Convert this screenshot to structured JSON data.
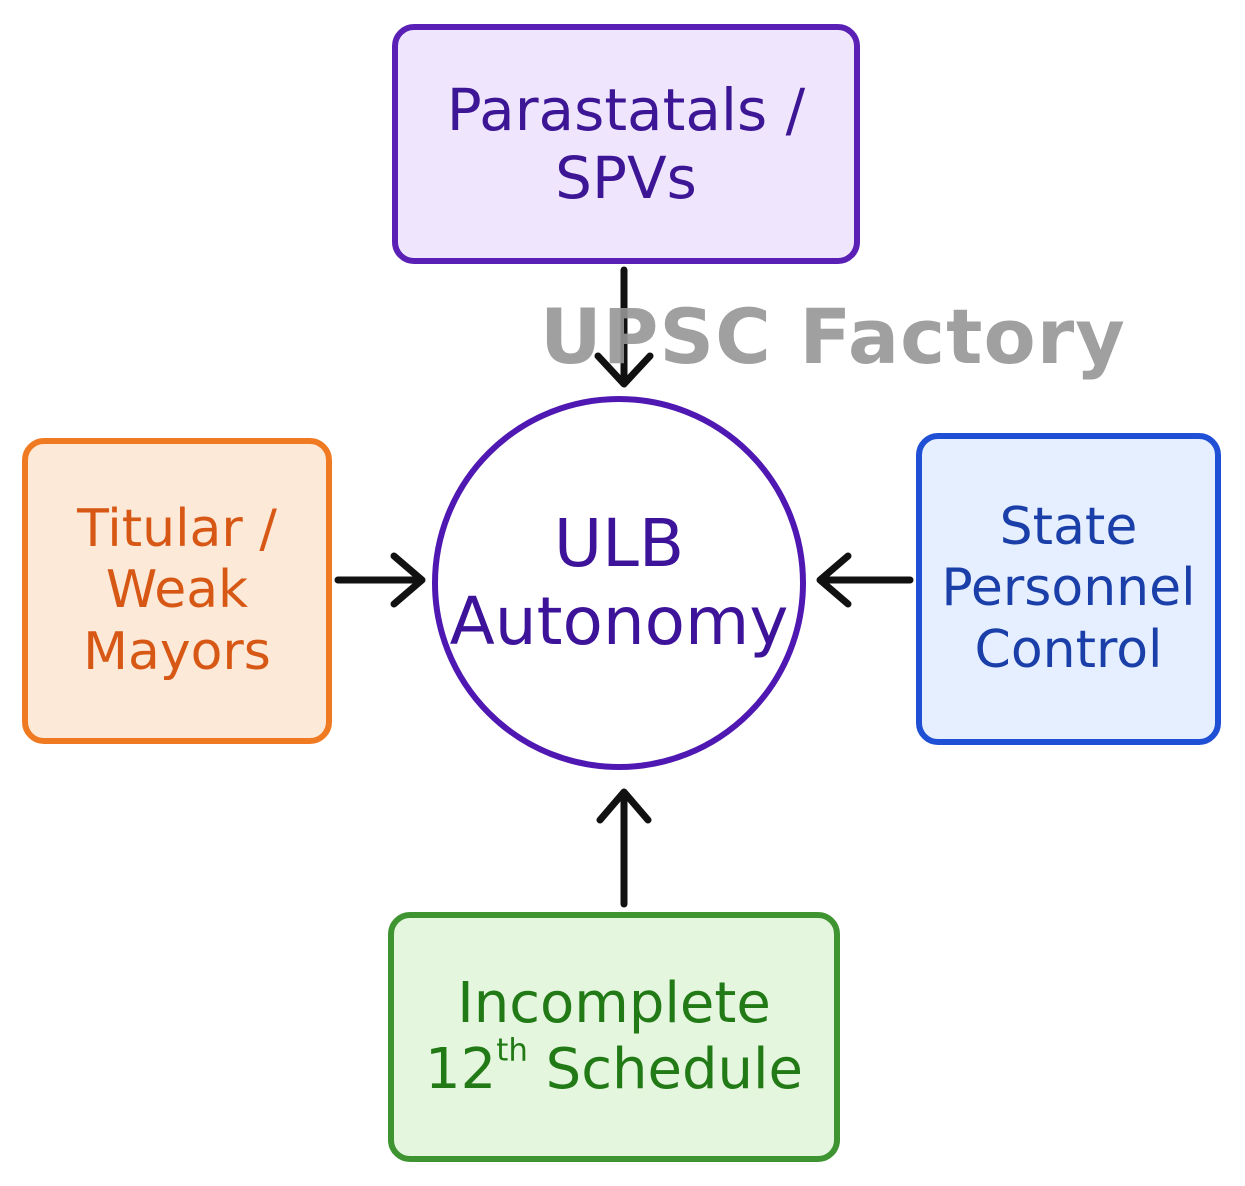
{
  "nodes": {
    "top": {
      "line1": "Parastatals /",
      "line2": "SPVs"
    },
    "left": {
      "line1": "Titular /",
      "line2": "Weak",
      "line3": "Mayors"
    },
    "right": {
      "line1": "State",
      "line2": "Personnel",
      "line3": "Control"
    },
    "bottom": {
      "line1": "Incomplete",
      "line2_number": "12",
      "line2_sup": "th",
      "line2_rest": " Schedule"
    },
    "center": {
      "line1": "ULB",
      "line2": "Autonomy"
    }
  },
  "watermark": "UPSC Factory",
  "colors": {
    "top_border": "#5a1fb4",
    "left_border": "#ef7a22",
    "right_border": "#1f4fd4",
    "bottom_border": "#3e9430",
    "center_border": "#5018b2",
    "arrow": "#111111"
  }
}
